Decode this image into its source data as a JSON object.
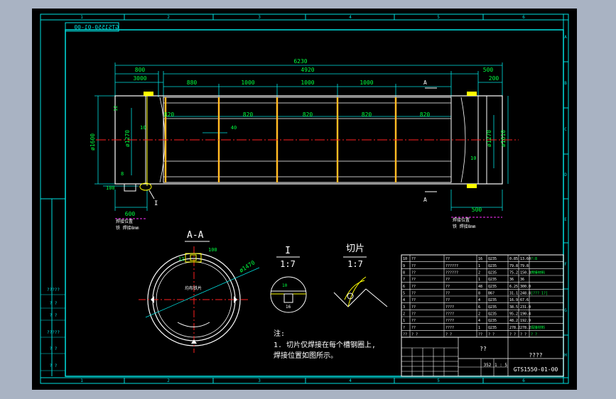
{
  "title_block": {
    "drawing_number_box": "GTS1550-01-00",
    "drawing_number_main": "GTS1550-01-00",
    "name_placeholder": "??",
    "company_placeholder": "????",
    "scale": "1 : 5",
    "weight": "352"
  },
  "frame": {
    "col_labels": [
      "1",
      "2",
      "3",
      "4",
      "5",
      "6"
    ],
    "row_labels": [
      "A",
      "B",
      "C",
      "D",
      "E",
      "F",
      "G",
      "H"
    ],
    "side_labels": [
      "?????",
      "? ?",
      "? ?",
      "?????",
      "? ?",
      "? ?"
    ]
  },
  "main_view": {
    "dims": {
      "overall": "6230",
      "inner": "4920",
      "left_end": "800",
      "left_sub": "3000",
      "right_end": "500",
      "right_sub": "200",
      "seg1": "880",
      "seg2": "1000",
      "seg3": "1000",
      "seg4": "1000",
      "gap1": "820",
      "gap2": "820",
      "gap3": "820",
      "gap4": "820",
      "gap5": "820",
      "small40": "40",
      "dia_outer": "ø1600",
      "dia_inner": "ø1270",
      "dia_right1": "ø1270",
      "dia_right2": "ø1610",
      "t10": "10",
      "t12": "12",
      "t8": "8",
      "bot100": "100",
      "bot600": "600",
      "bot500": "500",
      "t10r": "10",
      "sect_a": "A",
      "detail_i": "I"
    },
    "notes_left": [
      "焊接位置",
      "铁 焊接8mm"
    ],
    "notes_right": [
      "焊接位置",
      "铁 焊接8mm"
    ]
  },
  "section_view": {
    "title": "A-A",
    "dim_100": "100",
    "dim_12": "12",
    "dia": "ø1470",
    "note": "均布铁片"
  },
  "detail_view": {
    "title": "I",
    "scale": "1:7",
    "dim": "16",
    "dim2": "10"
  },
  "cut_view": {
    "title": "切片",
    "scale": "1:7"
  },
  "notes": {
    "label": "注:",
    "line1": "1. 切片仅焊接在每个槽钢圈上,",
    "line2": "焊接位置如图所示。"
  },
  "bom": [
    {
      "no": "10",
      "code": "??",
      "name": "??",
      "qty": "16",
      "mat": "Q235",
      "w1": "0.85",
      "w2": "13.60",
      "note": "?:8"
    },
    {
      "no": "9",
      "code": "??",
      "name": "??????",
      "qty": "1",
      "mat": "Q235",
      "w1": "79.8",
      "w2": "79.8",
      "note": ""
    },
    {
      "no": "8",
      "code": "??",
      "name": "??????",
      "qty": "2",
      "mat": "Q235",
      "w1": "75.2",
      "w2": "150.3",
      "note": "焊接材料"
    },
    {
      "no": "7",
      "code": "??",
      "name": "??",
      "qty": "1",
      "mat": "Q235",
      "w1": "36",
      "w2": "36",
      "note": ""
    },
    {
      "no": "6",
      "code": "??",
      "name": "??",
      "qty": "48",
      "mat": "Q235",
      "w1": "6.25",
      "w2": "300.0",
      "note": ""
    },
    {
      "no": "5",
      "code": "??",
      "name": "??",
      "qty": "8",
      "mat": "B6?",
      "w1": "31.1",
      "w2": "248.8",
      "note": "[??? 1?]"
    },
    {
      "no": "4",
      "code": "??",
      "name": "??",
      "qty": "4",
      "mat": "Q235",
      "w1": "16.9",
      "w2": "67.6",
      "note": ""
    },
    {
      "no": "3",
      "code": "??",
      "name": "????",
      "qty": "6",
      "mat": "Q235",
      "w1": "38.5",
      "w2": "231.0",
      "note": ""
    },
    {
      "no": "2",
      "code": "??",
      "name": "????",
      "qty": "2",
      "mat": "Q235",
      "w1": "95.2",
      "w2": "190.4",
      "note": ""
    },
    {
      "no": "1",
      "code": "??",
      "name": "????",
      "qty": "4",
      "mat": "Q235",
      "w1": "48.2",
      "w2": "192.9",
      "note": ""
    },
    {
      "no": "?",
      "code": "??",
      "name": "????",
      "qty": "1",
      "mat": "Q235",
      "w1": "278.2",
      "w2": "278.2",
      "note": "焊接材料"
    }
  ],
  "bom_header": {
    "no": "??",
    "code": "? ?",
    "name": "? ?",
    "qty": "??",
    "mat": "? ?",
    "w1": "? ?",
    "w2": "? ?",
    "note": "? ?"
  }
}
